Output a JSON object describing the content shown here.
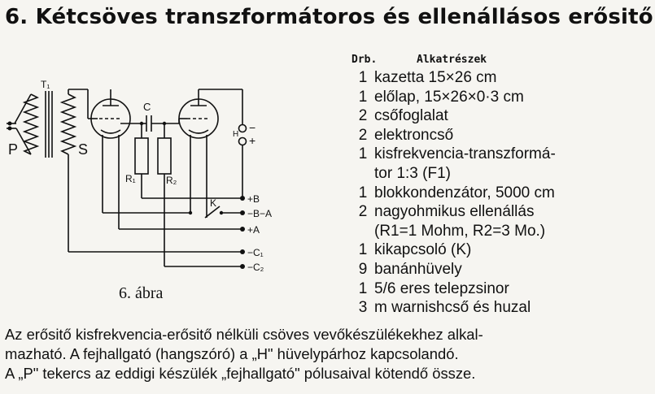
{
  "title": "6. Kétcsöves transzformátoros és ellenállásos erősitő.",
  "figure": {
    "caption": "6. ábra",
    "labels": {
      "T1": "T₁",
      "C": "C",
      "P": "P",
      "S": "S",
      "R1": "R₁",
      "R2": "R₂",
      "H": "H",
      "minus": "−",
      "plus": "+",
      "K": "K",
      "plusB": "+B",
      "minusBA": "−B−A",
      "plusA": "+A",
      "minusC1": "−C₁",
      "minusC2": "−C₂"
    }
  },
  "parts": {
    "header_qty": "Drb.",
    "header_name": "Alkatrészek",
    "items": [
      {
        "qty": "1",
        "name": "kazetta 15×26 cm"
      },
      {
        "qty": "1",
        "name": "előlap, 15×26×0·3 cm"
      },
      {
        "qty": "2",
        "name": "csőfoglalat"
      },
      {
        "qty": "2",
        "name": "elektroncső"
      },
      {
        "qty": "1",
        "name": "kisfrekvencia-transzformá-\ntor 1:3 (F1)"
      },
      {
        "qty": "1",
        "name": "blokkondenzátor, 5000 cm"
      },
      {
        "qty": "2",
        "name": "nagyohmikus ellenállás\n(R1=1 Mohm, R2=3 Mo.)"
      },
      {
        "qty": "1",
        "name": "kikapcsoló (K)"
      },
      {
        "qty": "9",
        "name": "banánhüvely"
      },
      {
        "qty": "1",
        "name": "5/6 eres telepzsinor"
      },
      {
        "qty": "3",
        "name": "m warnishcső és huzal"
      }
    ]
  },
  "body": [
    "Az erősitő kisfrekvencia-erősitő nélküli csöves vevőkészülékekhez alkal-",
    "mazható. A fejhallgató (hangszóró) a „H\" hüvelypárhoz kapcsolandó.",
    "A „P\" tekercs az eddigi készülék „fejhallgató\" pólusaival kötendő össze."
  ]
}
